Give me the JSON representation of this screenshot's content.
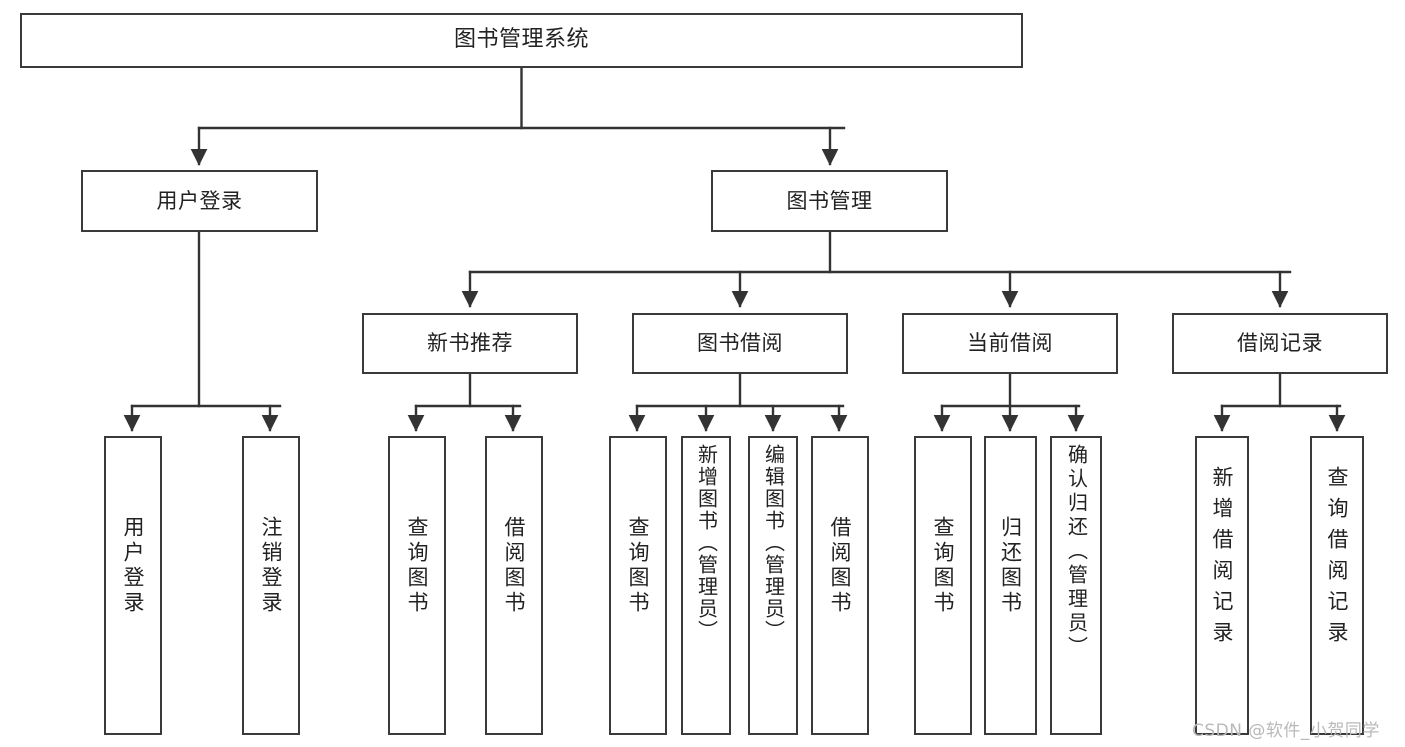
{
  "diagram": {
    "type": "tree-hierarchy",
    "title": "图书管理系统",
    "watermark": "CSDN @软件_小贺同学",
    "colors": {
      "box_border": "#3a3a3a",
      "box_fill": "#ffffff",
      "connector": "#333333",
      "text": "#222222",
      "watermark": "#b9b9b9",
      "background": "#ffffff"
    },
    "levels": [
      {
        "level": 1,
        "nodes": [
          {
            "id": "root",
            "label": "图书管理系统",
            "orientation": "horizontal"
          }
        ]
      },
      {
        "level": 2,
        "nodes": [
          {
            "id": "user-login",
            "label": "用户登录",
            "orientation": "horizontal",
            "parent": "root"
          },
          {
            "id": "book-manage",
            "label": "图书管理",
            "orientation": "horizontal",
            "parent": "root"
          }
        ]
      },
      {
        "level": 3,
        "nodes": [
          {
            "id": "new-book-rec",
            "label": "新书推荐",
            "orientation": "horizontal",
            "parent": "book-manage"
          },
          {
            "id": "book-borrow",
            "label": "图书借阅",
            "orientation": "horizontal",
            "parent": "book-manage"
          },
          {
            "id": "current-borrow",
            "label": "当前借阅",
            "orientation": "horizontal",
            "parent": "book-manage"
          },
          {
            "id": "borrow-record",
            "label": "借阅记录",
            "orientation": "horizontal",
            "parent": "book-manage"
          }
        ]
      },
      {
        "level": 4,
        "nodes": [
          {
            "id": "leaf-user-login",
            "label": "用户登录",
            "orientation": "vertical",
            "parent": "user-login"
          },
          {
            "id": "leaf-logout",
            "label": "注销登录",
            "orientation": "vertical",
            "parent": "user-login"
          },
          {
            "id": "leaf-query-book-1",
            "label": "查询图书",
            "orientation": "vertical",
            "parent": "new-book-rec"
          },
          {
            "id": "leaf-borrow-book-1",
            "label": "借阅图书",
            "orientation": "vertical",
            "parent": "new-book-rec"
          },
          {
            "id": "leaf-query-book-2",
            "label": "查询图书",
            "orientation": "vertical",
            "parent": "book-borrow"
          },
          {
            "id": "leaf-add-book",
            "label": "新增图书（管理员）",
            "orientation": "vertical",
            "parent": "book-borrow"
          },
          {
            "id": "leaf-edit-book",
            "label": "编辑图书（管理员）",
            "orientation": "vertical",
            "parent": "book-borrow"
          },
          {
            "id": "leaf-borrow-book-2",
            "label": "借阅图书",
            "orientation": "vertical",
            "parent": "book-borrow"
          },
          {
            "id": "leaf-query-book-3",
            "label": "查询图书",
            "orientation": "vertical",
            "parent": "current-borrow"
          },
          {
            "id": "leaf-return-book",
            "label": "归还图书",
            "orientation": "vertical",
            "parent": "current-borrow"
          },
          {
            "id": "leaf-confirm-return",
            "label": "确认归还（管理员）",
            "orientation": "vertical",
            "parent": "current-borrow"
          },
          {
            "id": "leaf-add-record",
            "label": "新增借阅记录",
            "orientation": "vertical",
            "parent": "borrow-record"
          },
          {
            "id": "leaf-query-record",
            "label": "查询借阅记录",
            "orientation": "vertical",
            "parent": "borrow-record"
          }
        ]
      }
    ]
  }
}
